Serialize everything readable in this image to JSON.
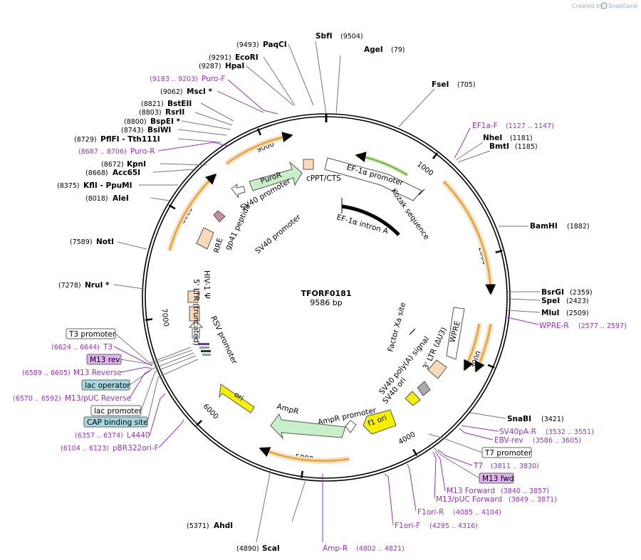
{
  "credit": {
    "prefix": "Created by",
    "brand": "SnapGene"
  },
  "plasmid": {
    "name": "TFORF0181",
    "size": "9586 bp",
    "length": 9586
  },
  "ticks": [
    1000,
    2000,
    3000,
    4000,
    5000,
    6000,
    7000,
    8000,
    9000
  ],
  "tick_labels": [
    "1000",
    "2000",
    "3000",
    "4000",
    "5000",
    "6000",
    "7000",
    "8000",
    "9000"
  ],
  "enzymes": [
    {
      "name": "SbfI",
      "pos": "(9504)"
    },
    {
      "name": "AgeI",
      "pos": "(79)"
    },
    {
      "name": "FseI",
      "pos": "(705)"
    },
    {
      "name": "NheI",
      "pos": "(1181)"
    },
    {
      "name": "BmtI",
      "pos": "(1185)"
    },
    {
      "name": "BamHI",
      "pos": "(1882)"
    },
    {
      "name": "BsrGI",
      "pos": "(2359)"
    },
    {
      "name": "SpeI",
      "pos": "(2423)"
    },
    {
      "name": "MluI",
      "pos": "(2509)"
    },
    {
      "name": "SnaBI",
      "pos": "(3421)"
    },
    {
      "name": "ScaI",
      "pos": "(4890)"
    },
    {
      "name": "AhdI",
      "pos": "(5371)"
    },
    {
      "name": "NruI *",
      "pos": "(7278)"
    },
    {
      "name": "NotI",
      "pos": "(7589)"
    },
    {
      "name": "AleI",
      "pos": "(8018)"
    },
    {
      "name": "KflI  - PpuMI",
      "pos": "(8375)"
    },
    {
      "name": "Acc65I",
      "pos": "(8668)"
    },
    {
      "name": "KpnI",
      "pos": "(8672)"
    },
    {
      "name": "PflFI  - Tth111I",
      "pos": "(8729)"
    },
    {
      "name": "BsiWI",
      "pos": "(8743)"
    },
    {
      "name": "BspEI *",
      "pos": "(8800)"
    },
    {
      "name": "RsrII",
      "pos": "(8803)"
    },
    {
      "name": "BstEII",
      "pos": "(8821)"
    },
    {
      "name": "MscI *",
      "pos": "(9062)"
    },
    {
      "name": "HpaI",
      "pos": "(9287)"
    },
    {
      "name": "EcoRI",
      "pos": "(9291)"
    },
    {
      "name": "PaqCI",
      "pos": "(9493)"
    }
  ],
  "primers": [
    {
      "name": "Puro-F",
      "pos": "(9183 .. 9203)"
    },
    {
      "name": "Puro-R",
      "pos": "(8687 .. 8706)"
    },
    {
      "name": "EF1a-F",
      "pos": "(1127 .. 1147)"
    },
    {
      "name": "WPRE-R",
      "pos": "(2577 .. 2597)"
    },
    {
      "name": "SV40pA-R",
      "pos": "(3532 .. 3551)"
    },
    {
      "name": "EBV-rev",
      "pos": "(3586 .. 3605)"
    },
    {
      "name": "T7",
      "pos": "(3811 .. 3830)"
    },
    {
      "name": "M13 Forward",
      "pos": "(3840 .. 3857)"
    },
    {
      "name": "M13/pUC Forward",
      "pos": "(3849 .. 3871)"
    },
    {
      "name": "F1ori-R",
      "pos": "(4085 .. 4104)"
    },
    {
      "name": "F1ori-F",
      "pos": "(4295 .. 4316)"
    },
    {
      "name": "Amp-R",
      "pos": "(4802 .. 4821)"
    },
    {
      "name": "T3",
      "pos": "(6624 .. 6644)"
    },
    {
      "name": "M13 Reverse",
      "pos": "(6589 .. 6605)"
    },
    {
      "name": "M13/pUC Reverse",
      "pos": "(6570 .. 6592)"
    },
    {
      "name": "L4440",
      "pos": "(6357 .. 6374)"
    },
    {
      "name": "pBR322ori-F",
      "pos": "(6104 .. 6123)"
    }
  ],
  "boxes": {
    "t3_promoter": "T3 promoter",
    "m13_rev": "M13 rev",
    "lac_operator": "lac operator",
    "lac_promoter": "lac promoter",
    "cap_site": "CAP binding site",
    "t7_promoter": "T7 promoter",
    "m13_fwd": "M13 fwd"
  },
  "features": {
    "cppt": "cPPT/CTS",
    "ef1a_promoter": "EF-1α promoter",
    "kozak": "Kozak sequence",
    "ef1a_intron": "EF-1α intron A",
    "puror": "PuroR",
    "sv40_promoter_1": "SV40 promoter",
    "sv40_promoter_2": "SV40 promoter",
    "gp41": "gp41 peptide",
    "rre": "RRE",
    "hiv_psi": "HIV-1 Ψ",
    "ltr5": "5' LTR (truncated)",
    "rsv": "RSV promoter",
    "factor_xa": "Factor Xa site",
    "wpre": "WPRE",
    "ltr3": "3' LTR (ΔU3)",
    "sv40_polya": "SV40 poly(A) signal",
    "sv40_ori": "SV40 ori",
    "f1_ori": "f1 ori",
    "ampr_promoter": "AmpR promoter",
    "ampr": "AmpR",
    "ori": "ori"
  },
  "colors": {
    "primer": "#9b2fd0",
    "orf": "#e8a33d",
    "puror": "#c8f0c8",
    "ampr": "#c8f0c8",
    "ori_yellow": "#f5f000",
    "ltr": "#fcd9b8",
    "lac_box": "#a6d8e0",
    "m13_box": "#e0b0f0",
    "ef1a_arc": "#7ab648"
  }
}
